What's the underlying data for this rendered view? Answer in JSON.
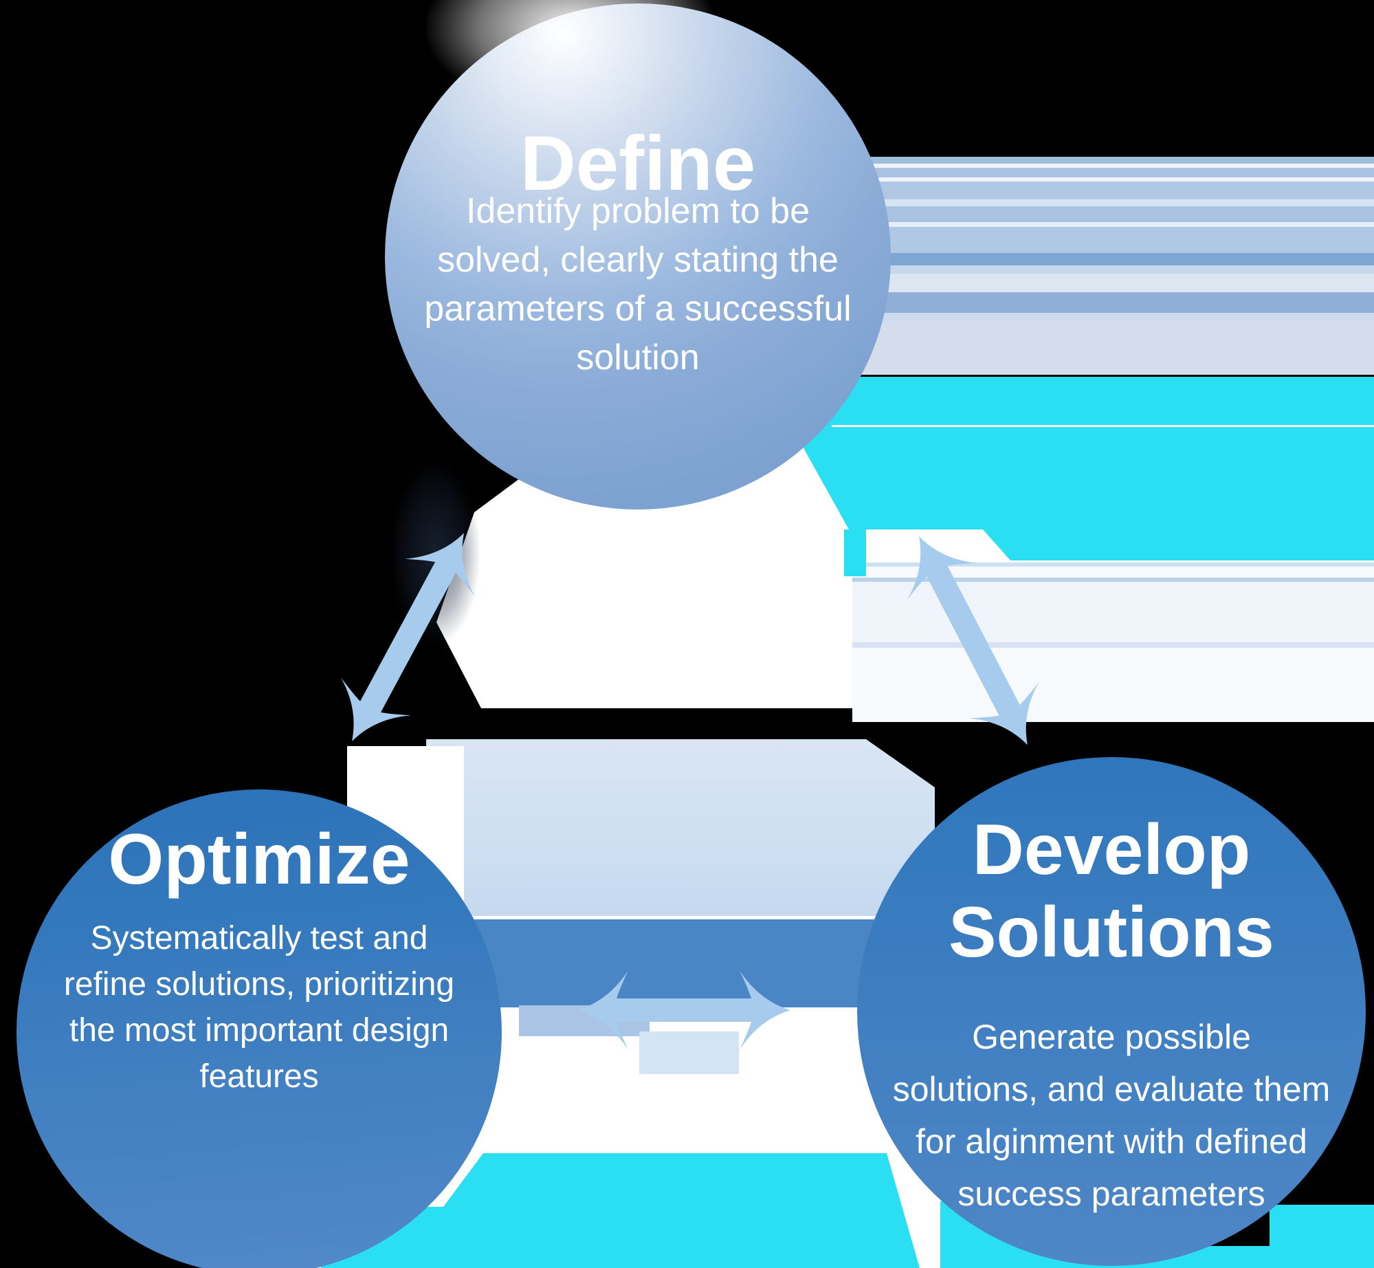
{
  "diagram": {
    "type": "cycle-process-diagram",
    "background_color": "#000000",
    "nodes": {
      "define": {
        "title": "Define",
        "body_lines": [
          "Identify problem to be",
          "solved, clearly stating the",
          "parameters of a successful",
          "solution"
        ],
        "fill_top": "#ffffff",
        "fill": "#84a7d3"
      },
      "optimize": {
        "title": "Optimize",
        "body_lines": [
          "Systematically test and",
          "refine solutions, prioritizing",
          "the most important design",
          "features"
        ],
        "fill_top": "#2c72b8",
        "fill_bottom": "#5289c9"
      },
      "develop": {
        "title_lines": [
          "Develop",
          "Solutions"
        ],
        "body_lines": [
          "Generate possible",
          "solutions, and evaluate them",
          "for alginment with defined",
          "success parameters"
        ],
        "fill_top": "#3076bc",
        "fill_bottom": "#4e86c6"
      }
    },
    "connectors": {
      "style": "double-headed-curved-arrow",
      "color": "#a6cbec",
      "count": 3
    },
    "artifact_colors": {
      "cyan": "#2bdff2",
      "band_blue": "#a9c3e1",
      "band_dark_blue": "#7ea6d2",
      "wash_white": "#ffffff",
      "inter_circle_blue": "#4a86c5"
    },
    "text_color": "#ffffff"
  }
}
